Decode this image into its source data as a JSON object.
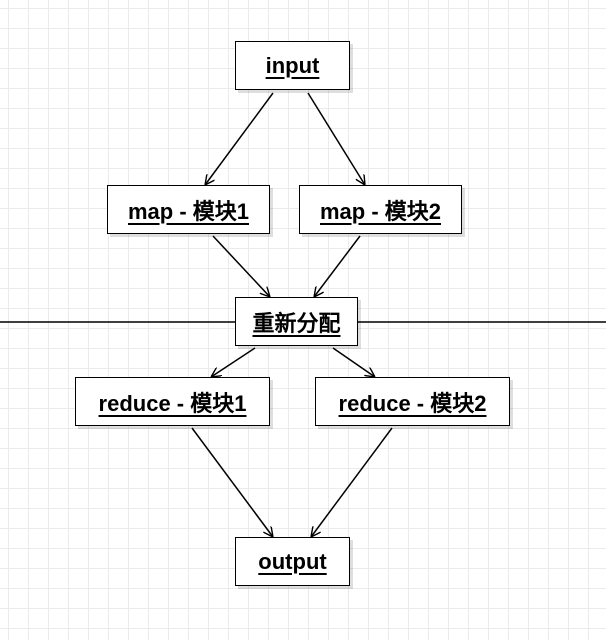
{
  "nodes": {
    "input": "input",
    "map1": "map - 模块1",
    "map2": "map - 模块2",
    "shuffle": "重新分配",
    "reduce1": "reduce - 模块1",
    "reduce2": "reduce - 模块2",
    "output": "output"
  },
  "edges": [
    [
      "input",
      "map1"
    ],
    [
      "input",
      "map2"
    ],
    [
      "map1",
      "shuffle"
    ],
    [
      "map2",
      "shuffle"
    ],
    [
      "shuffle",
      "reduce1"
    ],
    [
      "shuffle",
      "reduce2"
    ],
    [
      "reduce1",
      "output"
    ],
    [
      "reduce2",
      "output"
    ]
  ]
}
